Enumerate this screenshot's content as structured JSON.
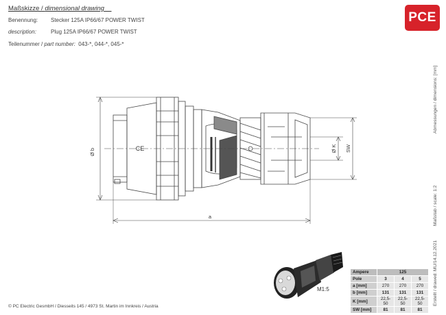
{
  "header": {
    "title_de": "Maßskizze / ",
    "title_en": "dimensional drawing",
    "naming_label": "Benennung:",
    "naming_value": "Stecker 125A IP66/67 POWER TWIST",
    "description_label": "description:",
    "description_value": "Plug 125A IP66/67 POWER TWIST",
    "part_label_de": "Teilenummer / ",
    "part_label_en": "part number:",
    "part_value": "043-*, 044-*, 045-*"
  },
  "logo": {
    "text": "PCE",
    "color": "#d7222a"
  },
  "drawing": {
    "dim_a": "a",
    "dim_b": "Ø b",
    "dim_k": "Ø K",
    "dim_sw": "SW",
    "ce_mark": "CE"
  },
  "side_text": {
    "dimensions": "Abmessungen / dimensions: [mm]",
    "scale": "Maßstab / scale: 1:2",
    "created": "Erstellt / drawed: MU/14.12.2021"
  },
  "preview_scale": "M1:5",
  "spec_table": {
    "header": [
      "Ampere",
      "125"
    ],
    "rows": [
      {
        "label": "Pole",
        "values": [
          "3",
          "4",
          "5"
        ]
      },
      {
        "label": "a [mm]",
        "values": [
          "270",
          "270",
          "270"
        ]
      },
      {
        "label": "b [mm]",
        "values": [
          "131",
          "131",
          "131"
        ]
      },
      {
        "label": "K [mm]",
        "values": [
          "22,5-50",
          "22,5-50",
          "22,5-50"
        ]
      },
      {
        "label": "SW [mm]",
        "values": [
          "81",
          "81",
          "81"
        ]
      }
    ]
  },
  "footer": {
    "copyright": "© PC Electric GesmbH / Diesseits 145 / 4973 St. Martin im Innkreis / Austria"
  }
}
